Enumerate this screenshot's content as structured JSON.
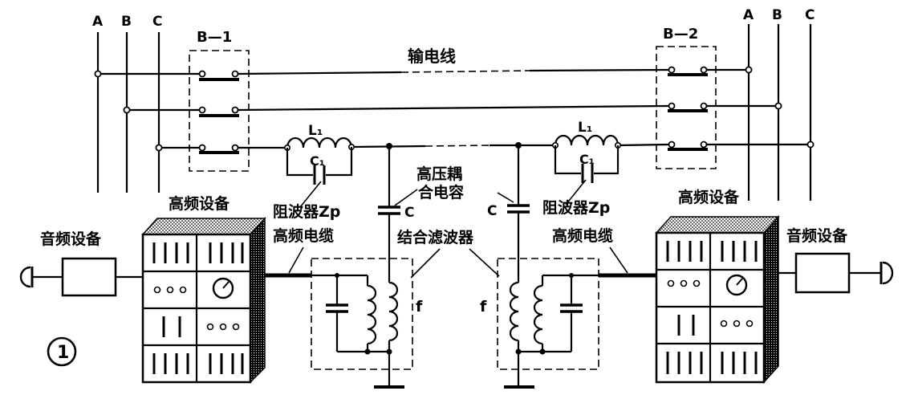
{
  "phases": {
    "left": [
      "A",
      "B",
      "C"
    ],
    "right": [
      "A",
      "B",
      "C"
    ]
  },
  "breakers": {
    "left": "B—1",
    "right": "B—2"
  },
  "line_label": "输电线",
  "trap": {
    "inductor": "L₁",
    "capacitor": "C₁",
    "label": "阻波器Zp"
  },
  "coupling": {
    "capacitor": "C",
    "label_line1": "高压耦",
    "label_line2": "合电容"
  },
  "hf_equipment": "高频设备",
  "hf_cable": "高频电缆",
  "audio_equipment": "音频设备",
  "filter_label": "结合滤波器",
  "filter_symbol": "f",
  "figure_number": "1"
}
